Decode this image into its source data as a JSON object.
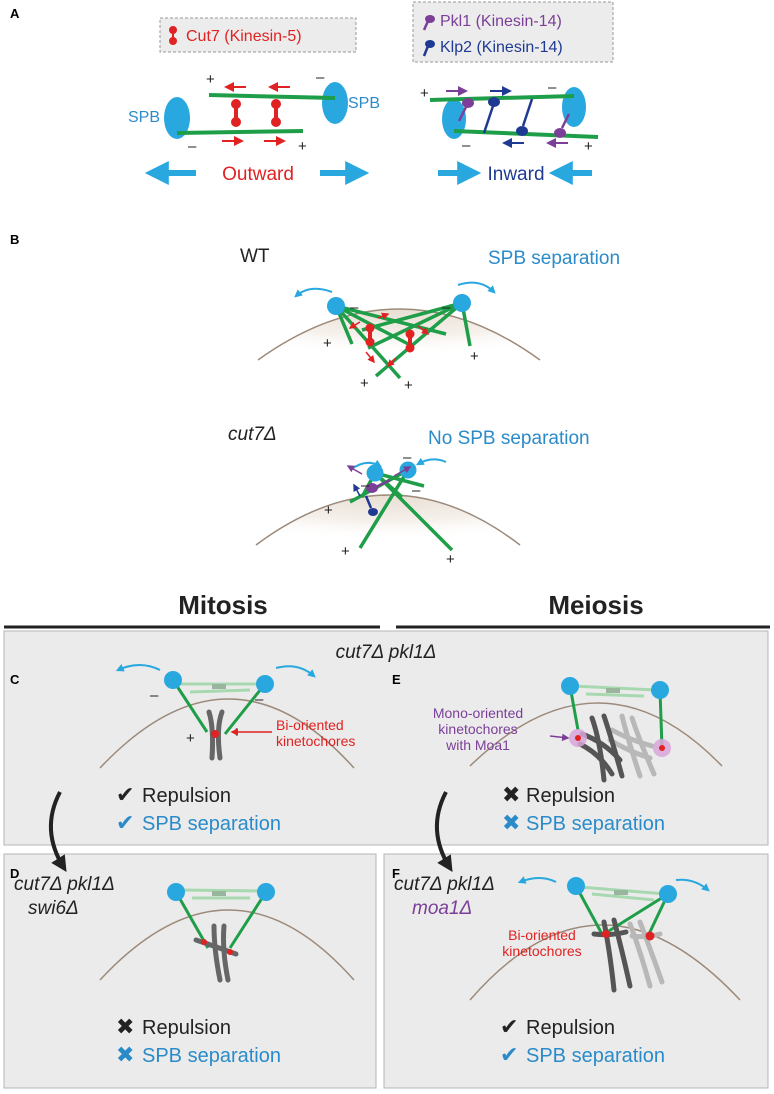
{
  "colors": {
    "blue": "#29A8E0",
    "spb_text": "#2B8BC9",
    "green": "#1E9E48",
    "red": "#E02222",
    "purple": "#7B3F98",
    "navy": "#1F3A93",
    "black": "#222222",
    "panel_bg": "#EBEBEB",
    "panel_border": "#B5B5B5",
    "gray_chromosome": "#666666"
  },
  "panelA": {
    "label": "A",
    "cut7_legend": "Cut7 (Kinesin-5)",
    "pkl1_legend": "Pkl1 (Kinesin-14)",
    "klp2_legend": "Klp2 (Kinesin-14)",
    "spb": "SPB",
    "plus": "+",
    "minus": "–",
    "outward": "Outward",
    "inward": "Inward"
  },
  "panelB": {
    "label": "B",
    "wt": "WT",
    "wt_status": "SPB separation",
    "mutant": "cut7Δ",
    "mutant_status": "No SPB separation"
  },
  "headers": {
    "mitosis": "Mitosis",
    "meiosis": "Meiosis",
    "genotype_top": "cut7Δ pkl1Δ"
  },
  "panelC": {
    "label": "C",
    "annotation_line1": "Bi-oriented",
    "annotation_line2": "kinetochores",
    "check": "✔",
    "repulsion": "Repulsion",
    "spb_separation": "SPB separation"
  },
  "panelD": {
    "label": "D",
    "genotype_line1": "cut7Δ pkl1Δ",
    "genotype_line2": "swi6Δ",
    "cross": "✖",
    "repulsion": "Repulsion",
    "spb_separation": "SPB separation"
  },
  "panelE": {
    "label": "E",
    "annotation_line1": "Mono-oriented",
    "annotation_line2": "kinetochores",
    "annotation_line3": "with Moa1",
    "cross": "✖",
    "repulsion": "Repulsion",
    "spb_separation": "SPB separation"
  },
  "panelF": {
    "label": "F",
    "genotype_line1": "cut7Δ pkl1Δ",
    "genotype_line2": "moa1Δ",
    "annotation_line1": "Bi-oriented",
    "annotation_line2": "kinetochores",
    "check": "✔",
    "repulsion": "Repulsion",
    "spb_separation": "SPB separation"
  }
}
